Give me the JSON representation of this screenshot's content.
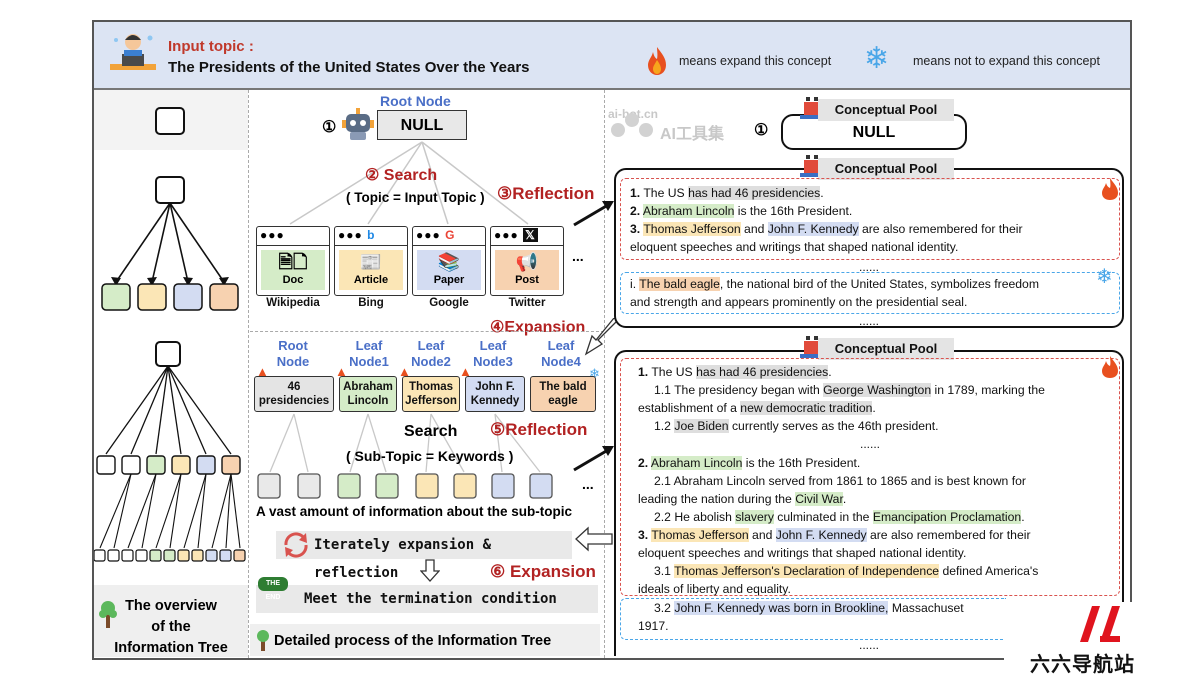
{
  "header": {
    "input_label": "Input topic :",
    "input_title": "The Presidents of the United States Over the Years",
    "expand_legend": "means expand this concept",
    "no_expand_legend": "means not to expand this concept",
    "colors": {
      "background": "#dce4f3",
      "label_red": "#c0392b"
    }
  },
  "left": {
    "caption_line1": "The overview",
    "caption_line2": "of the",
    "caption_line3": "Information Tree"
  },
  "middle": {
    "step1": "①",
    "root_node_label": "Root Node",
    "null_label": "NULL",
    "step2_search": "② Search",
    "search_param": "( Topic = Input Topic )",
    "step3_reflection": "③Reflection",
    "sources": [
      {
        "type": "Doc",
        "name": "Wikipedia",
        "color": "#d5ecc8"
      },
      {
        "type": "Article",
        "name": "Bing",
        "color": "#fbe6b6"
      },
      {
        "type": "Paper",
        "name": "Google",
        "color": "#d3dcf2"
      },
      {
        "type": "Post",
        "name": "Twitter",
        "color": "#f7d2b0"
      }
    ],
    "sources_dots": "...",
    "step4_expansion": "④Expansion",
    "tree_nodes": [
      {
        "label1": "Root",
        "label2": "Node",
        "content": "46 presidencies",
        "color": "#e4e4e4"
      },
      {
        "label1": "Leaf",
        "label2": "Node1",
        "content": "Abraham Lincoln",
        "color": "#d5ecc8"
      },
      {
        "label1": "Leaf",
        "label2": "Node2",
        "content": "Thomas Jefferson",
        "color": "#fbe6b6"
      },
      {
        "label1": "Leaf",
        "label2": "Node3",
        "content": "John F. Kennedy",
        "color": "#d3dcf2"
      },
      {
        "label1": "Leaf",
        "label2": "Node4",
        "content": "The bald eagle",
        "color": "#f7d2b0"
      }
    ],
    "search_label": "Search",
    "step5_reflection": "⑤Reflection",
    "sub_search_param": "( Sub-Topic = Keywords )",
    "small_dots": "...",
    "info_caption": "A vast amount of information about the sub-topic",
    "iterate_bar": "Iterately expansion & reflection",
    "step6_expansion": "⑥ Expansion",
    "termination_bar": "Meet the termination condition",
    "detail_caption": "Detailed process of the Information Tree",
    "the_end_badge": "THE END"
  },
  "right": {
    "step1": "①",
    "pool_title": "Conceptual Pool",
    "pool1_null": "NULL",
    "pool2": {
      "line1_num": "1.",
      "line1_a": "The US ",
      "line1_b": "has had 46 presidencies",
      "line1_c": ".",
      "line2_num": "2.",
      "line2_a": "Abraham Lincoln",
      "line2_b": " is the 16th President.",
      "line3_num": "3.",
      "line3_a": "Thomas Jefferson",
      "line3_b": " and ",
      "line3_c": "John F. Kennedy",
      "line3_d": " are also remembered for their",
      "line4": "eloquent speeches and writings that shaped national identity.",
      "dots1": "......",
      "eagle_pre": "i. ",
      "eagle_a": "The bald eagle",
      "eagle_b": ", the national bird of the United States, symbolizes freedom",
      "eagle_line2": "and strength and appears prominently on the presidential seal.",
      "dots2": "......"
    },
    "pool3": {
      "l1_num": "1.",
      "l1_a": "The US ",
      "l1_b": "has had 46 presidencies",
      "l1_c": ".",
      "l2_a": "1.1 The presidency began with ",
      "l2_b": "George Washington",
      "l2_c": " in 1789, marking the",
      "l3_a": "establishment of a ",
      "l3_b": "new democratic tradition",
      "l3_c": ".",
      "l4_a": "1.2 ",
      "l4_b": "Joe Biden",
      "l4_c": " currently serves as the 46th president.",
      "dots_a": "......",
      "l5_num": "2.",
      "l5_a": "Abraham Lincoln",
      "l5_b": " is the 16th President.",
      "l6": "2.1 Abraham Lincoln served from 1861 to 1865 and is best known for",
      "l7_a": "leading the nation during the ",
      "l7_b": "Civil War",
      "l7_c": ".",
      "l8_a": "2.2 He abolish ",
      "l8_b": "slavery",
      "l8_c": " culminated in the ",
      "l8_d": "Emancipation Proclamation",
      "l8_e": ".",
      "l9_num": "3.",
      "l9_a": "Thomas Jefferson",
      "l9_b": " and ",
      "l9_c": "John F. Kennedy",
      "l9_d": " are also remembered for their",
      "l10": "eloquent speeches and writings that shaped national identity.",
      "l11_a": "3.1 ",
      "l11_b": "Thomas Jefferson's Declaration of Independence",
      "l11_c": " defined America's",
      "l12": "ideals of liberty and equality.",
      "l13_a": "3.2 ",
      "l13_b": "John F. Kennedy was born in Brookline,",
      "l13_c": " Massachuset",
      "l14": "1917.",
      "dots_b": "......"
    }
  },
  "watermark": {
    "site_small": "ai-bot.cn",
    "site_cn": "AI工具集",
    "brand_cn": "六六导航站"
  }
}
